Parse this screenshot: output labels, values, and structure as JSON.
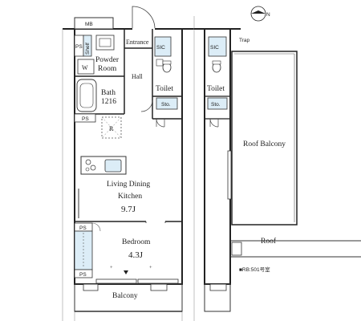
{
  "rooms": {
    "mb": "MB",
    "ps_top": "PS",
    "shelf": "Shelf",
    "washer": "W",
    "powder_line1": "Powder",
    "powder_line2": "Room",
    "entrance": "Entrance",
    "sic": "SIC",
    "hall": "Hall",
    "toilet": "Toilet",
    "sto": "Sto.",
    "bath_line1": "Bath",
    "bath_line2": "1216",
    "ps_mid": "PS",
    "fridge": "R",
    "ldk_line1": "Living Dining",
    "ldk_line2": "Kitchen",
    "ldk_size": "9.7J",
    "ps_bed1": "PS",
    "ps_bed2": "PS",
    "bedroom": "Bedroom",
    "bedroom_size": "4.3J",
    "balcony": "Balcony"
  },
  "mirror_plan": {
    "sic": "SIC",
    "toilet": "Toilet",
    "sto": "Sto."
  },
  "outdoor": {
    "trap": "Trap",
    "roof_balcony": "Roof Balcony",
    "roof": "Roof",
    "rb_note": "■RB:501号室"
  },
  "compass": {
    "north_label": "N"
  },
  "colors": {
    "wall": "#222222",
    "storage_fill": "#dcedf7",
    "line": "#555555"
  }
}
